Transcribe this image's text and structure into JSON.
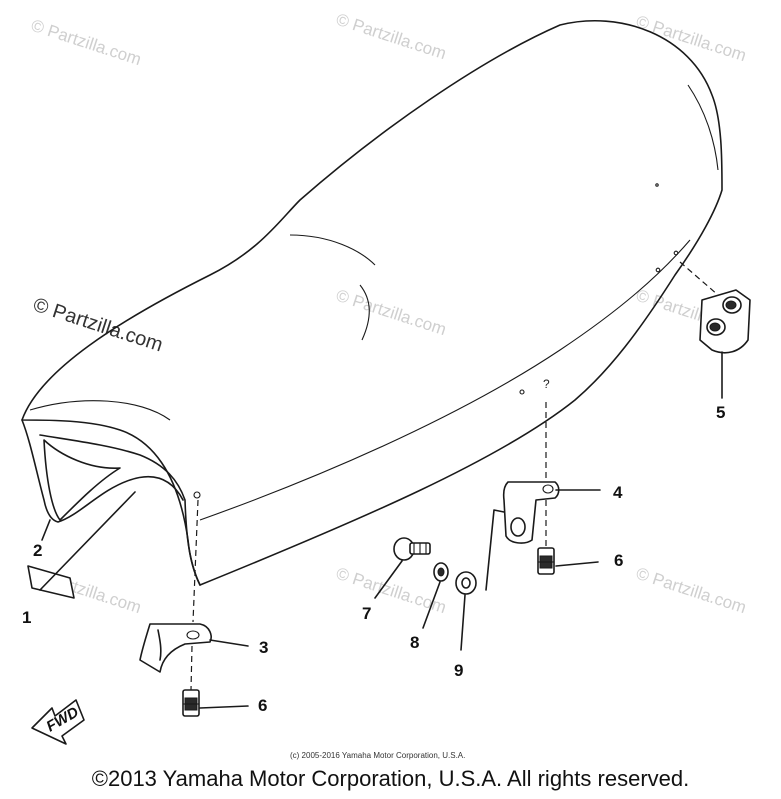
{
  "watermark": {
    "text": "© Partzilla.com",
    "color": "#cfcfcf"
  },
  "callouts": [
    {
      "number": "1"
    },
    {
      "number": "2"
    },
    {
      "number": "3"
    },
    {
      "number": "4"
    },
    {
      "number": "5"
    },
    {
      "number": "6"
    },
    {
      "number": "6"
    },
    {
      "number": "7"
    },
    {
      "number": "8"
    },
    {
      "number": "9"
    }
  ],
  "fwd_label": "FWD",
  "small_copyright": "(c) 2005-2016 Yamaha Motor Corporation, U.S.A.",
  "footer_copyright": "©2013 Yamaha Motor Corporation, U.S.A. All rights reserved."
}
